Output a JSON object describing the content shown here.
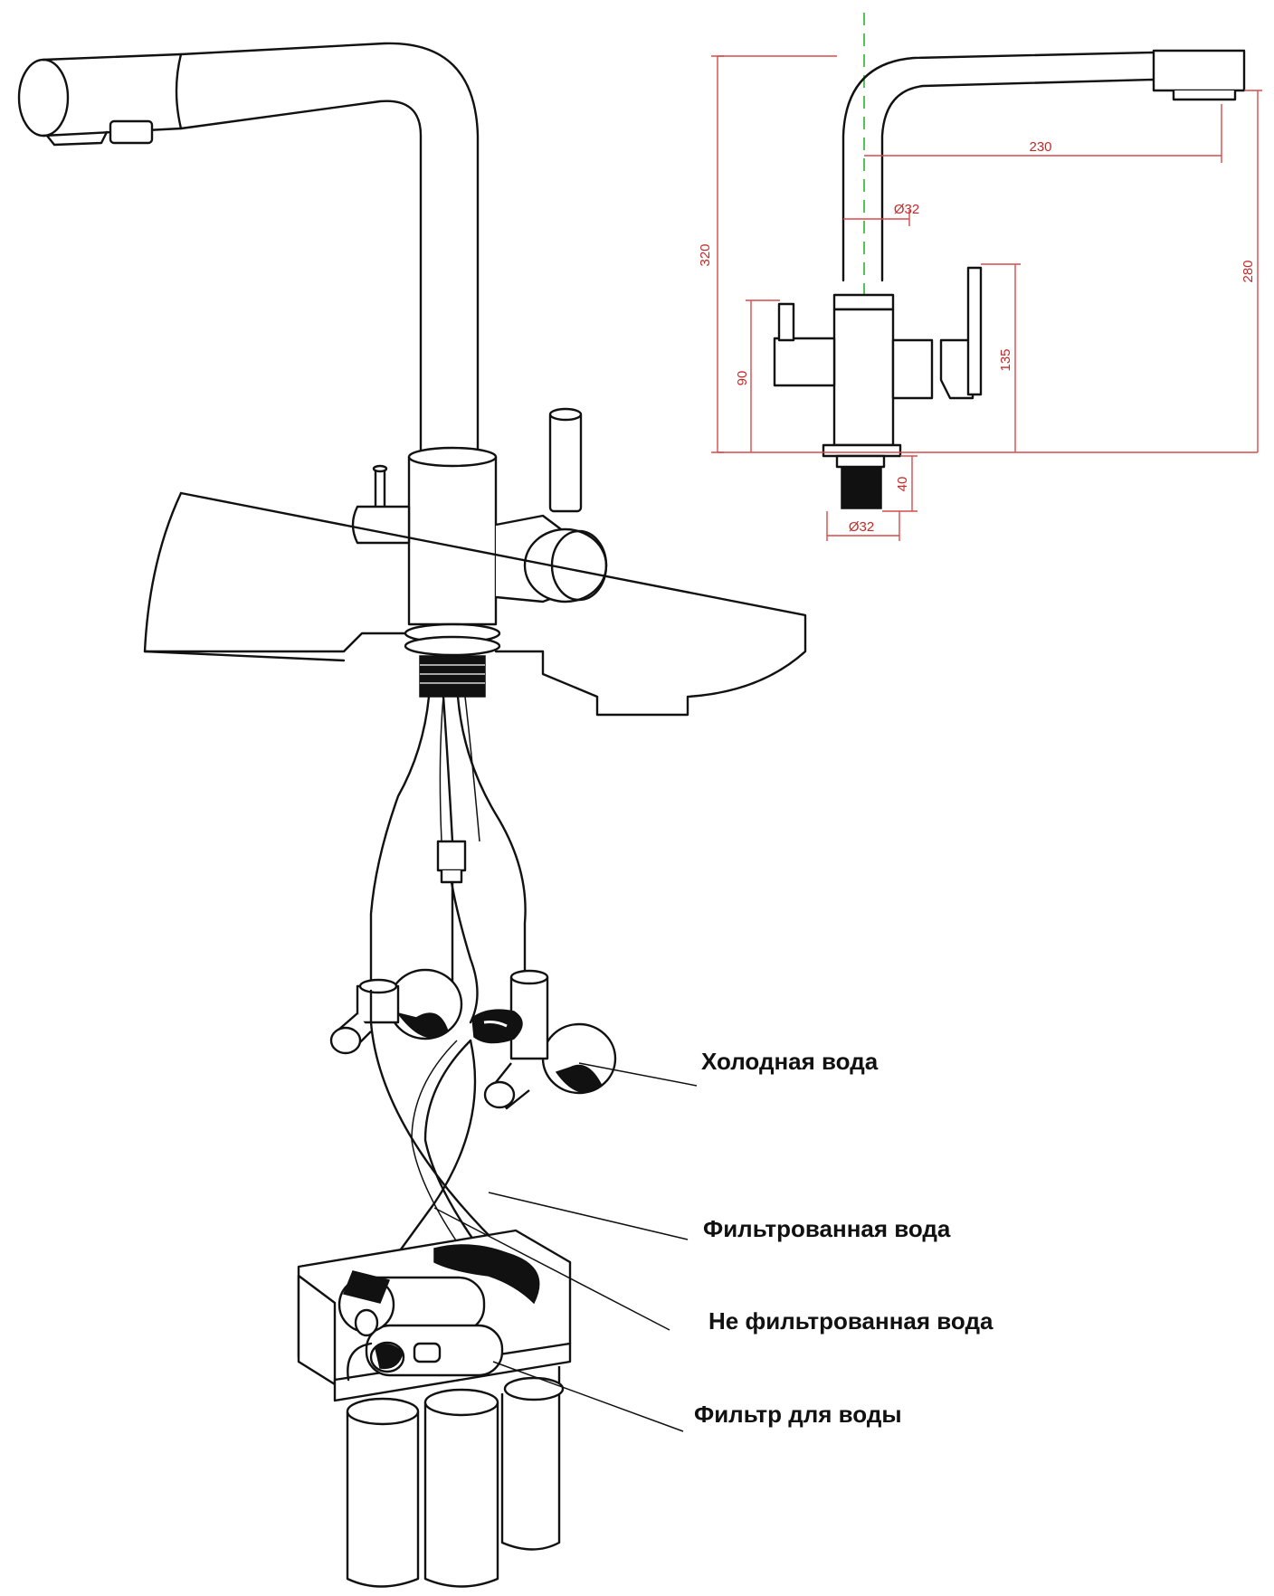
{
  "labels": {
    "cold_water": "Холодная вода",
    "filtered_water": "Фильтрованная вода",
    "unfiltered_water": "Не фильтрованная вода",
    "water_filter": "Фильтр для воды"
  },
  "dimensions": {
    "spout_reach": "230",
    "total_height": "320",
    "spout_height": "280",
    "body_diameter": "Ø32",
    "lever_height": "135",
    "small_handle_height": "90",
    "shank_length": "40",
    "shank_diameter": "Ø32"
  },
  "colors": {
    "dimension": "#c62828",
    "axis": "#2bb52b",
    "ink": "#111111"
  }
}
